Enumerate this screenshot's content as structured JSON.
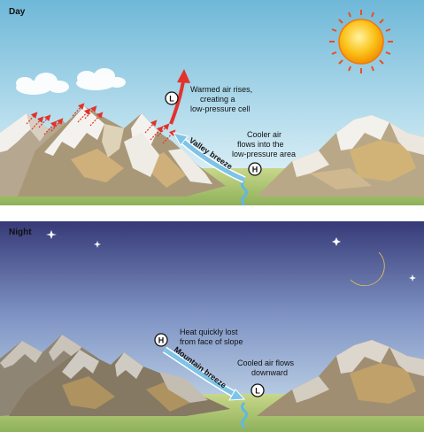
{
  "day": {
    "title": "Day",
    "high_marker": "H",
    "low_marker": "L",
    "breeze_label": "Valley breeze",
    "warm_lines": [
      "Warmed air rises,",
      "creating a",
      "low-pressure cell"
    ],
    "cool_lines": [
      "Cooler air",
      "flows into the",
      "low-pressure area"
    ]
  },
  "night": {
    "title": "Night",
    "high_marker": "H",
    "low_marker": "L",
    "breeze_label": "Mountain breeze",
    "heat_lines": [
      "Heat quickly lost",
      "from face of slope"
    ],
    "cooled_lines": [
      "Cooled air flows",
      "downward"
    ]
  },
  "colors": {
    "day_sky_top": "#7ac1dd",
    "day_sky_bottom": "#eaf6fb",
    "night_sky_top": "#3b3f7a",
    "night_sky_bottom": "#c3dcee",
    "breeze_arrow": "#7ec3e8",
    "warm_arrow": "#e2322a",
    "sun": "#f7a400",
    "moon": "#f5d77a"
  }
}
